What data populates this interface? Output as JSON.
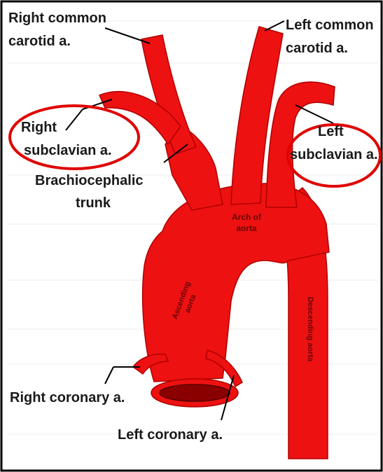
{
  "colors": {
    "vessel": "#ee1111",
    "vessel_dark": "#b00000",
    "circle": "#e00000",
    "frame": "#000000",
    "text": "#1a1a1a"
  },
  "labels": {
    "right_common_carotid_1": "Right common",
    "right_common_carotid_2": "carotid a.",
    "left_common_carotid_1": "Left common",
    "left_common_carotid_2": "carotid a.",
    "right_subclavian_1": "Right",
    "right_subclavian_2": "subclavian a.",
    "left_subclavian_1": "Left",
    "left_subclavian_2": "subclavian a.",
    "brachiocephalic_1": "Brachiocephalic",
    "brachiocephalic_2": "trunk",
    "right_coronary": "Right coronary a.",
    "left_coronary": "Left coronary a."
  },
  "inner_labels": {
    "arch_1": "Arch of",
    "arch_2": "aorta",
    "ascending_1": "Ascending",
    "ascending_2": "aorta",
    "descending": "Descending aorta"
  }
}
